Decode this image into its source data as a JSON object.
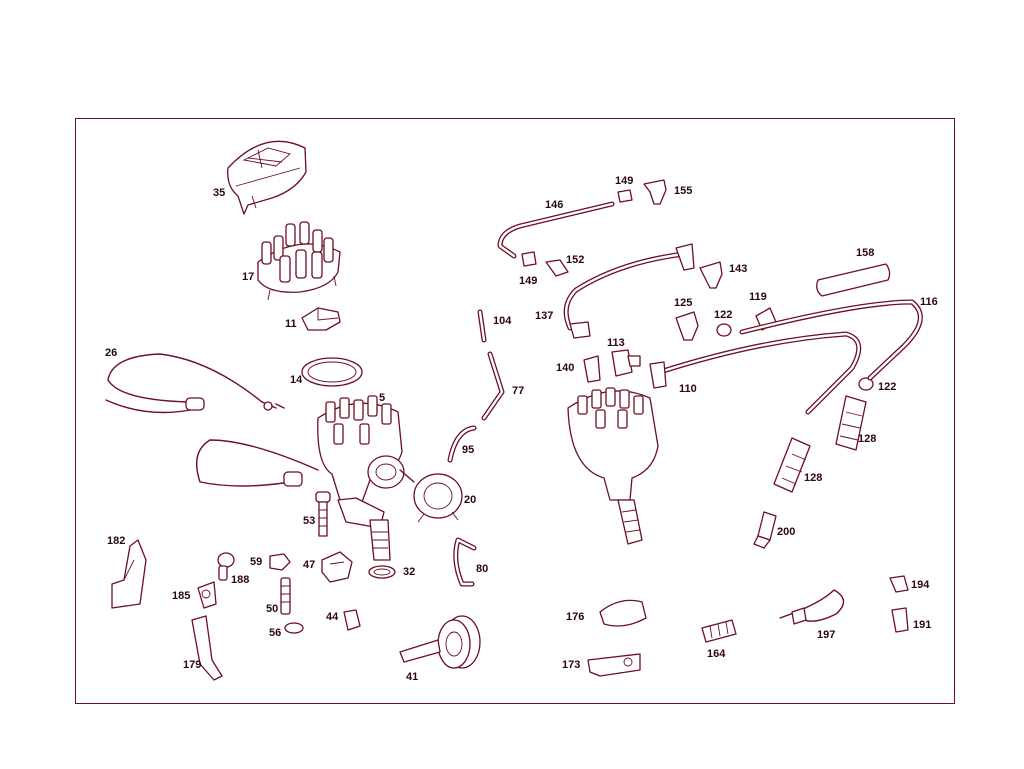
{
  "diagram": {
    "line_color": "#6b0f22",
    "label_color": "#2a0710",
    "part_numbers": [
      "35",
      "17",
      "11",
      "14",
      "5",
      "26",
      "53",
      "20",
      "95",
      "104",
      "77",
      "32",
      "80",
      "47",
      "59",
      "188",
      "185",
      "182",
      "50",
      "56",
      "44",
      "179",
      "41",
      "146",
      "149",
      "155",
      "152",
      "158",
      "143",
      "137",
      "125",
      "122",
      "119",
      "116",
      "113",
      "140",
      "110",
      "128",
      "200",
      "176",
      "173",
      "164",
      "197",
      "194",
      "191"
    ]
  }
}
